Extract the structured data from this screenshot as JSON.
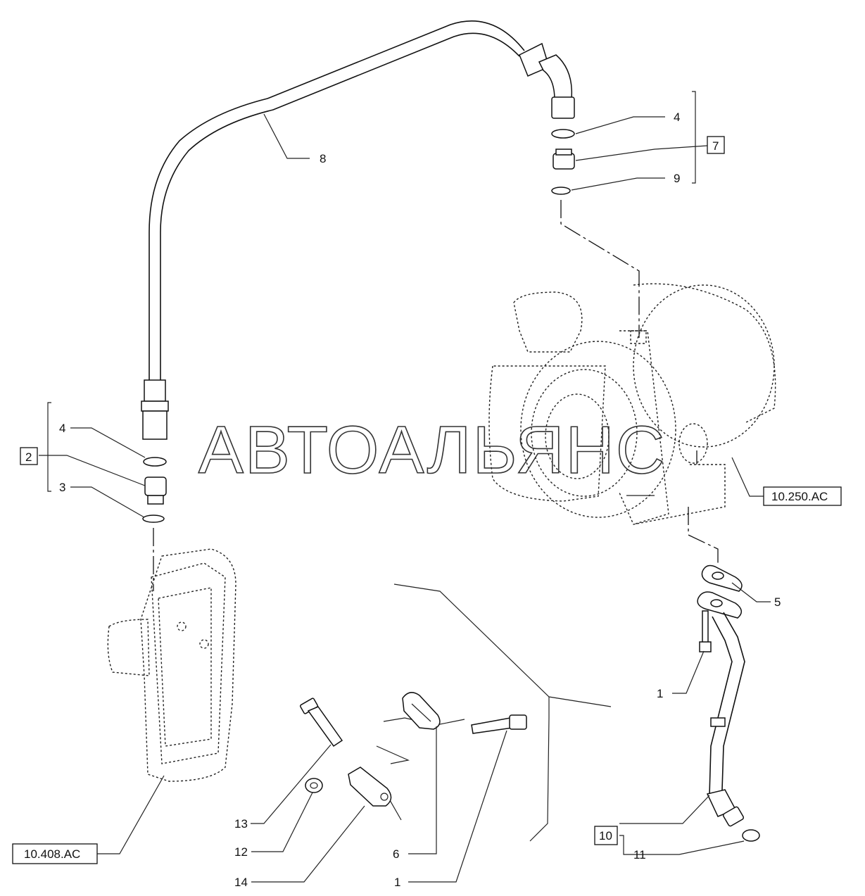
{
  "watermark": "АВТОАЛЬЯНС",
  "labels": {
    "l8": "8",
    "l4a": "4",
    "l7": "7",
    "l9": "9",
    "l4b": "4",
    "l2": "2",
    "l3": "3",
    "ref_turbo": "10.250.AC",
    "l5": "5",
    "l1a": "1",
    "l13": "13",
    "l12": "12",
    "l14": "14",
    "l6": "6",
    "l1b": "1",
    "l10": "10",
    "l11": "11",
    "ref_block": "10.408.AC"
  }
}
